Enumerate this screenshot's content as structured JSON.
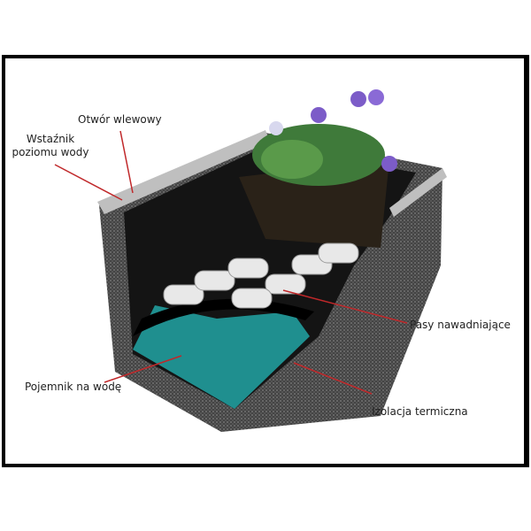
{
  "labels": {
    "inlet": "Otwór wlewowy",
    "indicator_line1": "Wstaźnik",
    "indicator_line2": "poziomu wody",
    "strips": "Pasy nawadniające",
    "reservoir": "Pojemnik na wodę",
    "insulation": "Izolacja termiczna"
  },
  "colors": {
    "leader": "#c0282a",
    "water": "#1f8f8f",
    "wall": "#3a3a3a"
  }
}
